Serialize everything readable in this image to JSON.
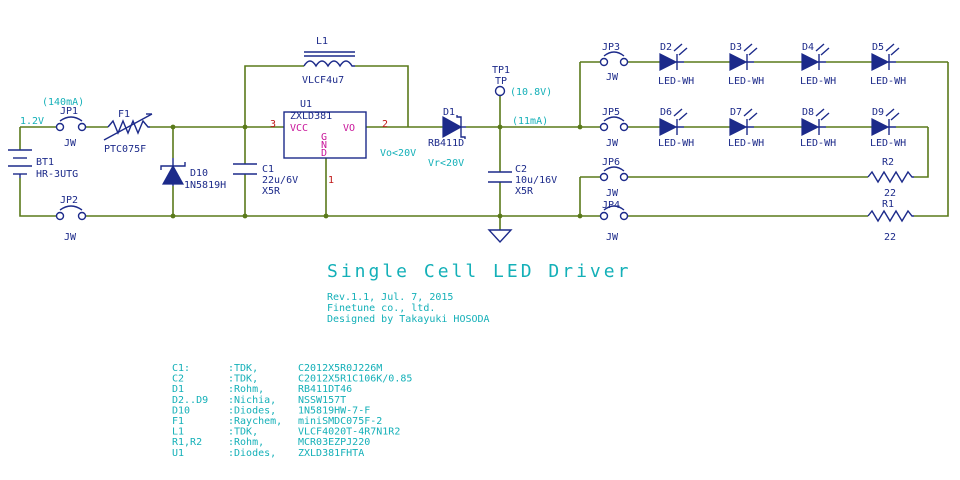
{
  "title": "Single Cell LED Driver",
  "info": [
    "Rev.1.1, Jul. 7, 2015",
    "Finetune co., ltd.",
    "Designed by Takayuki HOSODA"
  ],
  "bom": [
    {
      "ref": "C1:",
      "mfr": ":TDK,",
      "part": "C2012X5R0J226M"
    },
    {
      "ref": "C2",
      "mfr": ":TDK,",
      "part": "C2012X5R1C106K/0.85"
    },
    {
      "ref": "D1",
      "mfr": ":Rohm,",
      "part": "RB411DT46"
    },
    {
      "ref": "D2..D9",
      "mfr": ":Nichia,",
      "part": "NSSW157T"
    },
    {
      "ref": "D10",
      "mfr": ":Diodes,",
      "part": "1N5819HW-7-F"
    },
    {
      "ref": "F1",
      "mfr": ":Raychem,",
      "part": "miniSMDC075F-2"
    },
    {
      "ref": "L1",
      "mfr": ":TDK,",
      "part": "VLCF4020T-4R7N1R2"
    },
    {
      "ref": "R1,R2",
      "mfr": ":Rohm,",
      "part": "MCR03EZPJ220"
    },
    {
      "ref": "U1",
      "mfr": ":Diodes,",
      "part": "ZXLD381FHTA"
    }
  ],
  "parts": {
    "bt1": {
      "ref": "BT1",
      "value": "HR-3UTG"
    },
    "jp1": {
      "ref": "JP1",
      "value": "JW"
    },
    "jp2": {
      "ref": "JP2",
      "value": "JW"
    },
    "f1": {
      "ref": "F1",
      "value": "PTC075F"
    },
    "d10": {
      "ref": "D10",
      "value": "1N5819H"
    },
    "c1": {
      "ref": "C1",
      "value": "22u/6V",
      "dielectric": "X5R"
    },
    "u1": {
      "ref": "U1",
      "value": "ZXLD381",
      "pin_vcc": "VCC",
      "pin_vo": "VO",
      "pin_gnd": "GND",
      "pin3": "3",
      "pin2": "2",
      "pin1": "1"
    },
    "l1": {
      "ref": "L1",
      "value": "VLCF4u7"
    },
    "d1": {
      "ref": "D1",
      "value": "RB411D"
    },
    "tp1": {
      "ref": "TP1",
      "value": "TP"
    },
    "c2": {
      "ref": "C2",
      "value": "10u/16V",
      "dielectric": "X5R"
    },
    "jp3": {
      "ref": "JP3",
      "value": "JW"
    },
    "jp5": {
      "ref": "JP5",
      "value": "JW"
    },
    "jp6": {
      "ref": "JP6",
      "value": "JW"
    },
    "jp4": {
      "ref": "JP4",
      "value": "JW"
    },
    "r1": {
      "ref": "R1",
      "value": "22"
    },
    "r2": {
      "ref": "R2",
      "value": "22"
    },
    "leds": [
      {
        "ref": "D2",
        "value": "LED-WH"
      },
      {
        "ref": "D3",
        "value": "LED-WH"
      },
      {
        "ref": "D4",
        "value": "LED-WH"
      },
      {
        "ref": "D5",
        "value": "LED-WH"
      },
      {
        "ref": "D6",
        "value": "LED-WH"
      },
      {
        "ref": "D7",
        "value": "LED-WH"
      },
      {
        "ref": "D8",
        "value": "LED-WH"
      },
      {
        "ref": "D9",
        "value": "LED-WH"
      }
    ]
  },
  "notes": {
    "current_in": "(140mA)",
    "voltage_in": "1.2V",
    "voltage_tp": "(10.8V)",
    "current_led": "(11mA)",
    "vo_note": "Vo<20V",
    "vr_note": "Vr<20V"
  },
  "colors": {
    "symbol": "#1c2a8a",
    "wire": "#5a7a1a",
    "annotation": "#14b0b8",
    "pin": "#c8169a",
    "pin_number": "#c01818"
  }
}
